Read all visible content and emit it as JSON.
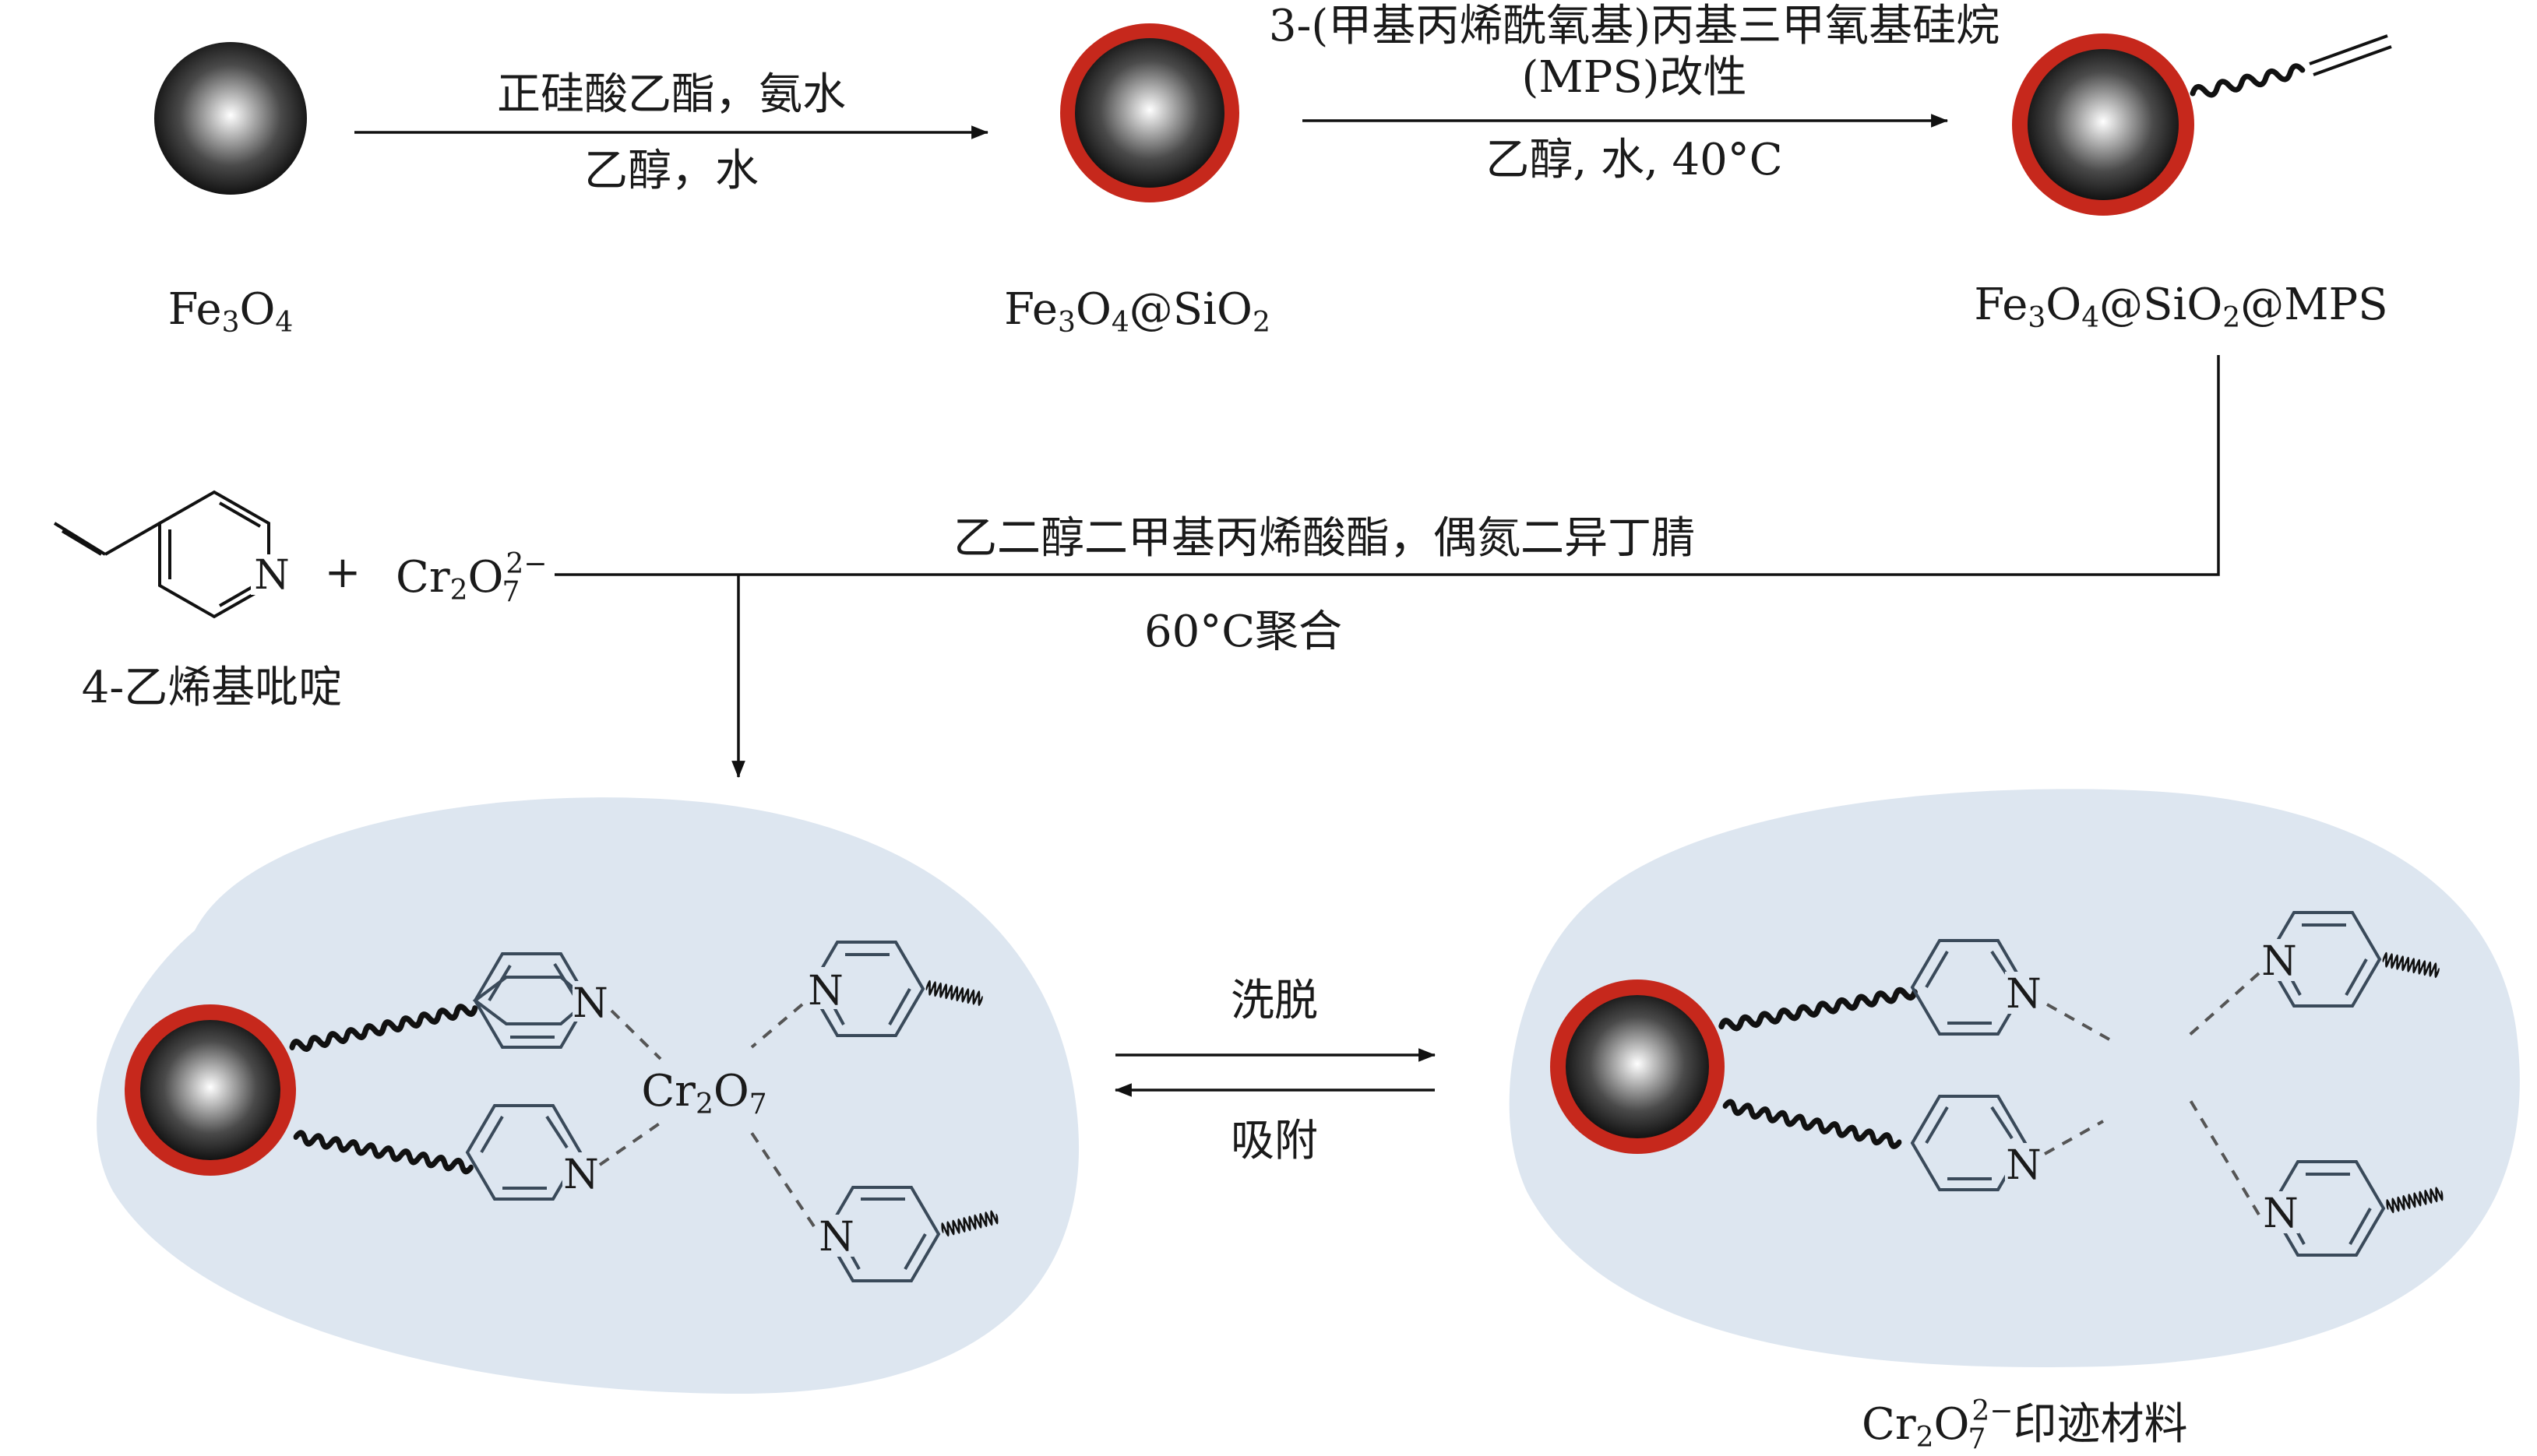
{
  "colors": {
    "core_light": "#ffffff",
    "core_dark": "#0a0a0a",
    "shell": "#c6281c",
    "blob": "#dde6f0"
  },
  "step1": {
    "reagents": "正硅酸乙酯，氨水",
    "solvent": "乙醇，水"
  },
  "step2": {
    "reagent_line1": "3-(甲基丙烯酰氧基)丙基三甲氧基硅烷",
    "reagent_line2": "(MPS)改性",
    "conditions": "乙醇, 水, 40°C"
  },
  "labels": {
    "fe3o4": {
      "a": "Fe",
      "b": "3",
      "c": "O",
      "d": "4"
    },
    "fe3o4_sio2": {
      "a": "Fe",
      "b": "3",
      "c": "O",
      "d": "4",
      "e": "@SiO",
      "f": "2"
    },
    "fe3o4_sio2_mps": {
      "a": "Fe",
      "b": "3",
      "c": "O",
      "d": "4",
      "e": "@SiO",
      "f": "2",
      "g": "@MPS"
    }
  },
  "step3": {
    "reagents": "乙二醇二甲基丙烯酸酯，偶氮二异丁腈",
    "conditions": "60°C聚合"
  },
  "monomer": {
    "name": "4-乙烯基吡啶",
    "n": "N",
    "plus": "+"
  },
  "dichromate": {
    "a": "Cr",
    "b": "2",
    "c": "O",
    "sub": "7",
    "sup": "2−"
  },
  "center_complex": {
    "a": "Cr",
    "b": "2",
    "c": "O",
    "d": "7"
  },
  "step4": {
    "forward": "洗脱",
    "backward": "吸附"
  },
  "product": {
    "a": "Cr",
    "b": "2",
    "c": "O",
    "sub": "7",
    "sup": "2−",
    "name": "印迹材料"
  },
  "atom_n": "N"
}
